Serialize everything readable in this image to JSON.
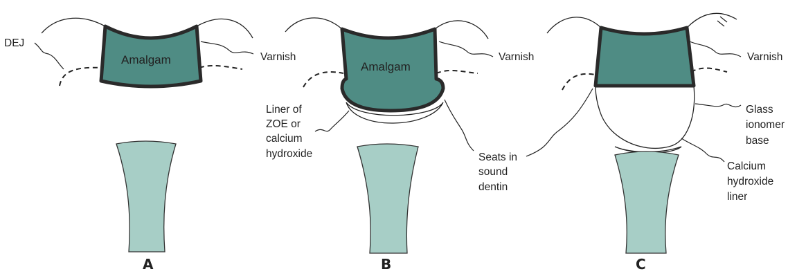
{
  "labels": {
    "dej": "DEJ",
    "amalgam": "Amalgam",
    "varnish": "Varnish",
    "liner_zoe": [
      "Liner of",
      "ZOE or",
      "calcium",
      "hydroxide"
    ],
    "seats": [
      "Seats in",
      "sound",
      "dentin"
    ],
    "glass_ionomer": [
      "Glass",
      "ionomer",
      "base"
    ],
    "calcium_liner": [
      "Calcium",
      "hydroxide",
      "liner"
    ]
  },
  "panels": [
    "A",
    "B",
    "C"
  ],
  "colors": {
    "restoration_fill": "#4f8c84",
    "pulp_fill": "#a7cec6",
    "varnish_line": "#2a2a2a"
  }
}
